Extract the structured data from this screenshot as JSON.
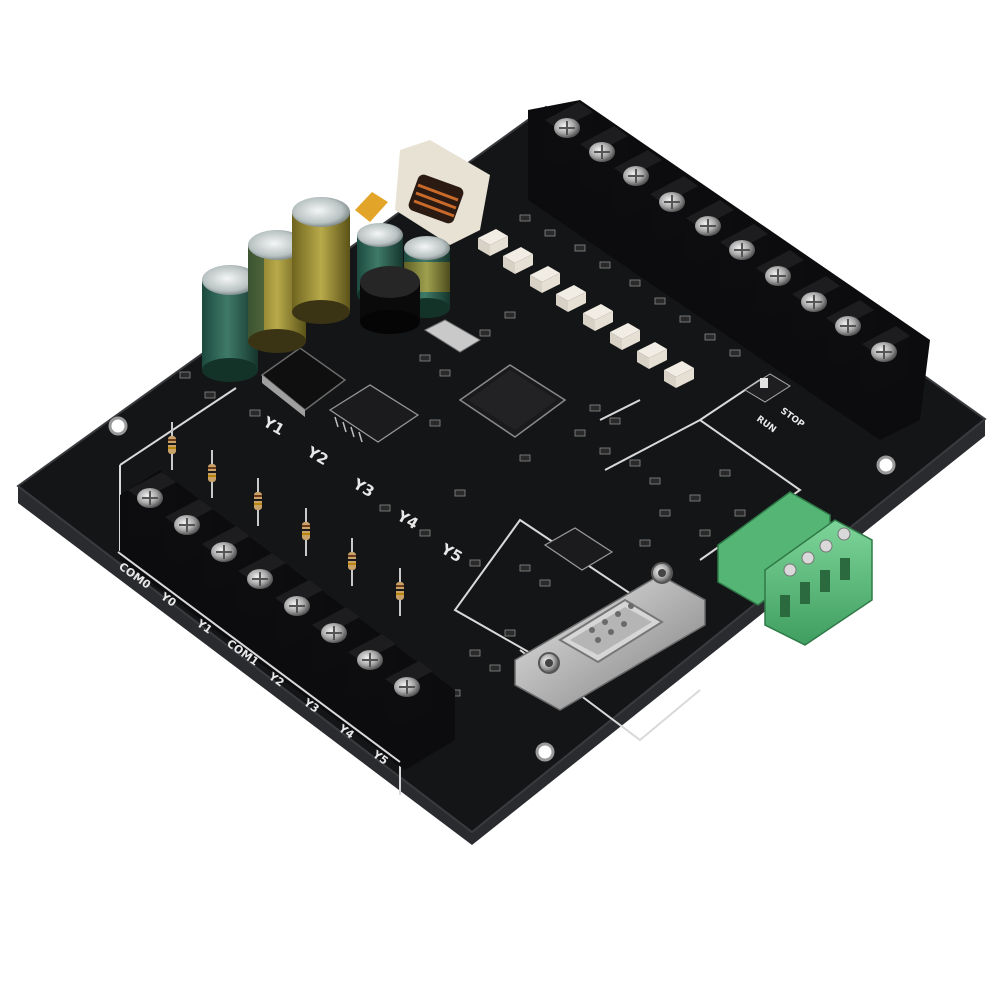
{
  "board": {
    "pcb_color": "#111214",
    "silkscreen_color": "#e6e6e6",
    "output_labels": [
      "COM0",
      "Y0",
      "Y1",
      "COM1",
      "Y2",
      "Y3",
      "Y4",
      "Y5"
    ],
    "led_labels": [
      "Y1",
      "Y2",
      "Y3",
      "Y4",
      "Y5"
    ],
    "switch_labels": [
      "STOP",
      "RUN"
    ],
    "top_terminal_count": 10,
    "optocoupler_count": 8,
    "capacitor_count": 5
  },
  "icons": [
    "pcb-board",
    "terminal-block",
    "db9-connector",
    "green-pluggable-terminal",
    "electrolytic-capacitor",
    "inductor",
    "microcontroller-chip"
  ]
}
